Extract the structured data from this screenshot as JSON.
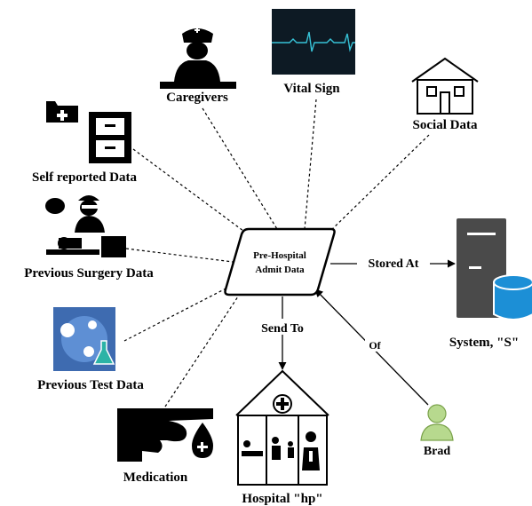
{
  "center": {
    "line1": "Pre-Hospital",
    "line2": "Admit Data"
  },
  "nodes": {
    "caregivers": "Caregivers",
    "vital_sign": "Vital Sign",
    "social_data": "Social Data",
    "self_reported": "Self reported Data",
    "previous_surgery": "Previous Surgery Data",
    "previous_test": "Previous Test Data",
    "medication": "Medication",
    "hospital": "Hospital \"hp\"",
    "system": "System, \"S\"",
    "brad": "Brad"
  },
  "edges": {
    "stored_at": "Stored At",
    "send_to": "Send To",
    "of": "Of"
  },
  "colors": {
    "system_dark": "#4a4a4a",
    "system_db": "#1c8fd6",
    "brad_fill": "#b7d98e",
    "brad_stroke": "#7aa24a",
    "vital_bg": "#0d1a24",
    "vital_line": "#37c2d6",
    "test_bg": "#3e6bb0"
  }
}
